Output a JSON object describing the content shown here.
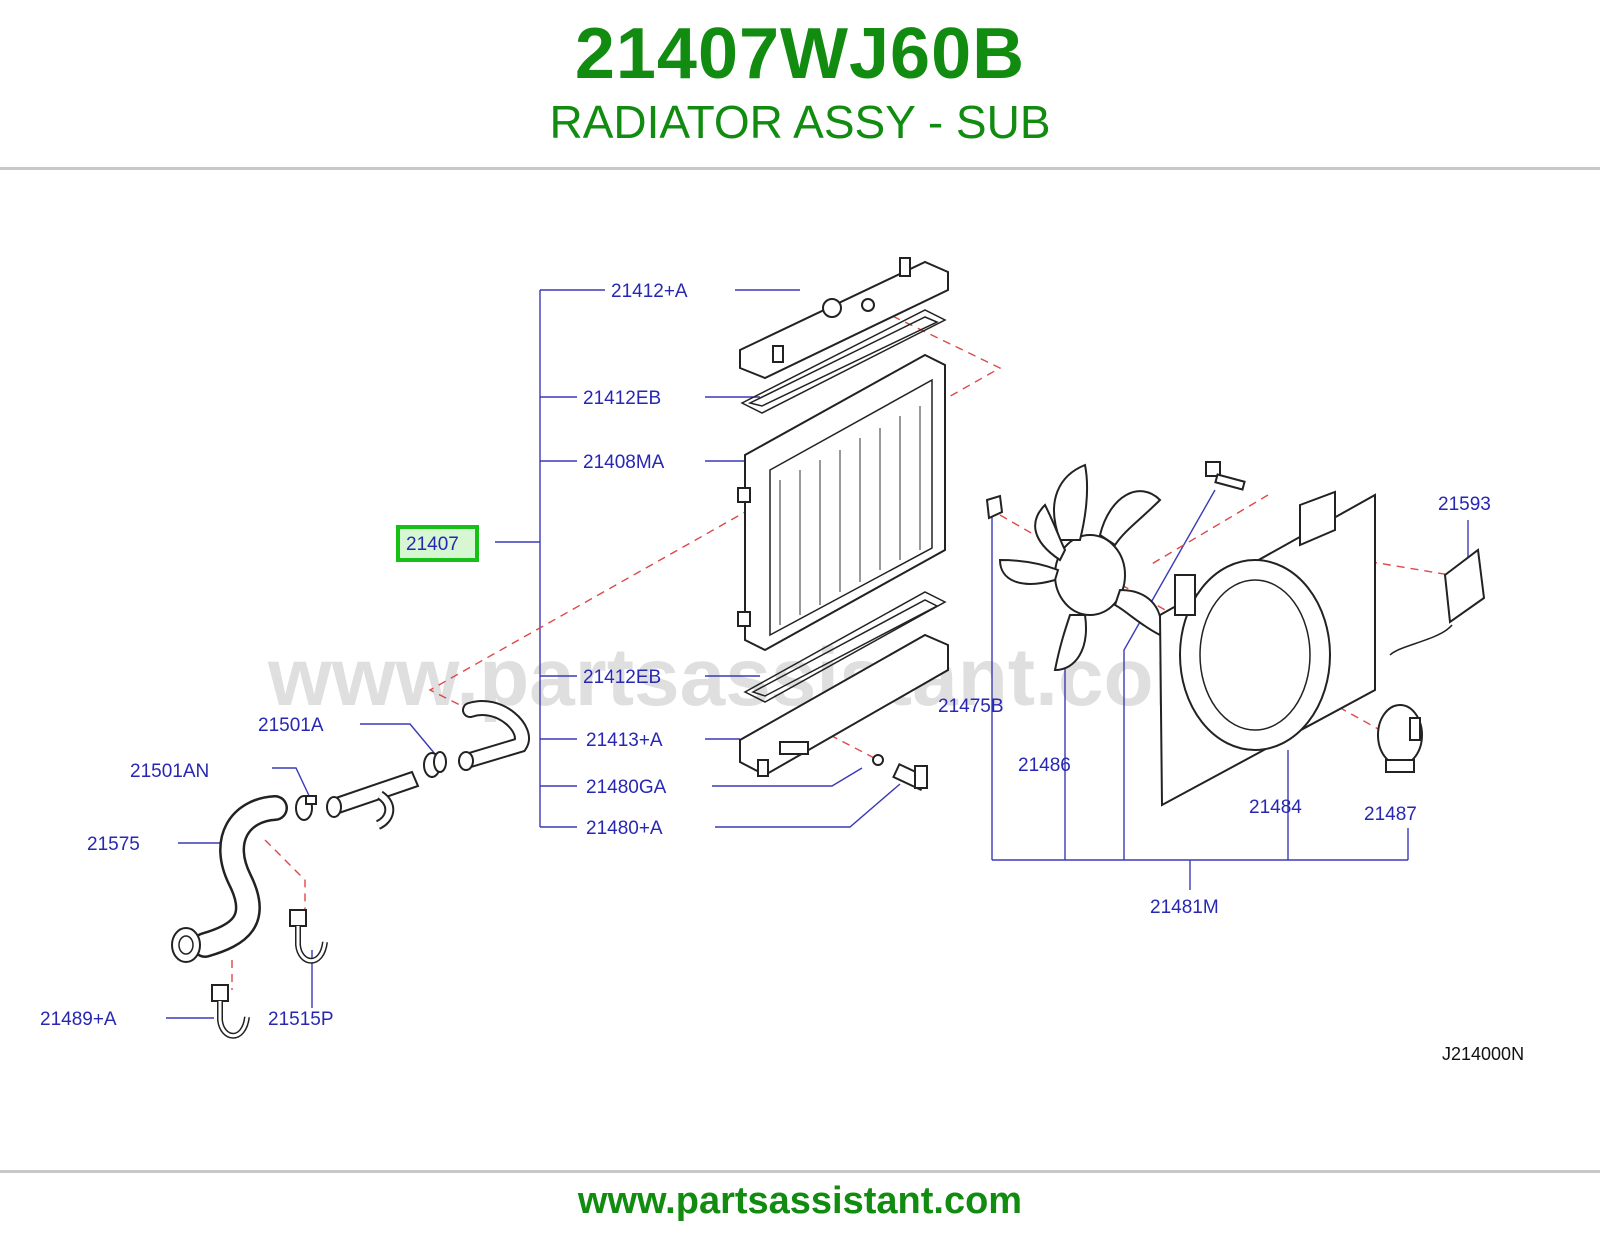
{
  "header": {
    "part_number": "21407WJ60B",
    "part_name": "RADIATOR ASSY - SUB"
  },
  "diagram": {
    "watermark": "www.partsassistant.com",
    "highlight_color": "#17c017",
    "callouts": {
      "c21412A": "21412+A",
      "c21412EB_top": "21412EB",
      "c21408MA": "21408MA",
      "c21407": "21407",
      "c21412EB_bot": "21412EB",
      "c21413A": "21413+A",
      "c21480GA": "21480GA",
      "c21480A": "21480+A",
      "c21501A": "21501A",
      "c21501AN": "21501AN",
      "c21575": "21575",
      "c21489A": "21489+A",
      "c21515P": "21515P",
      "c21593": "21593",
      "c21475B": "21475B",
      "c21486": "21486",
      "c21484": "21484",
      "c21487": "21487",
      "c21481M": "21481M"
    },
    "diagram_code": "J214000N"
  },
  "footer": {
    "website": "www.partsassistant.com"
  }
}
